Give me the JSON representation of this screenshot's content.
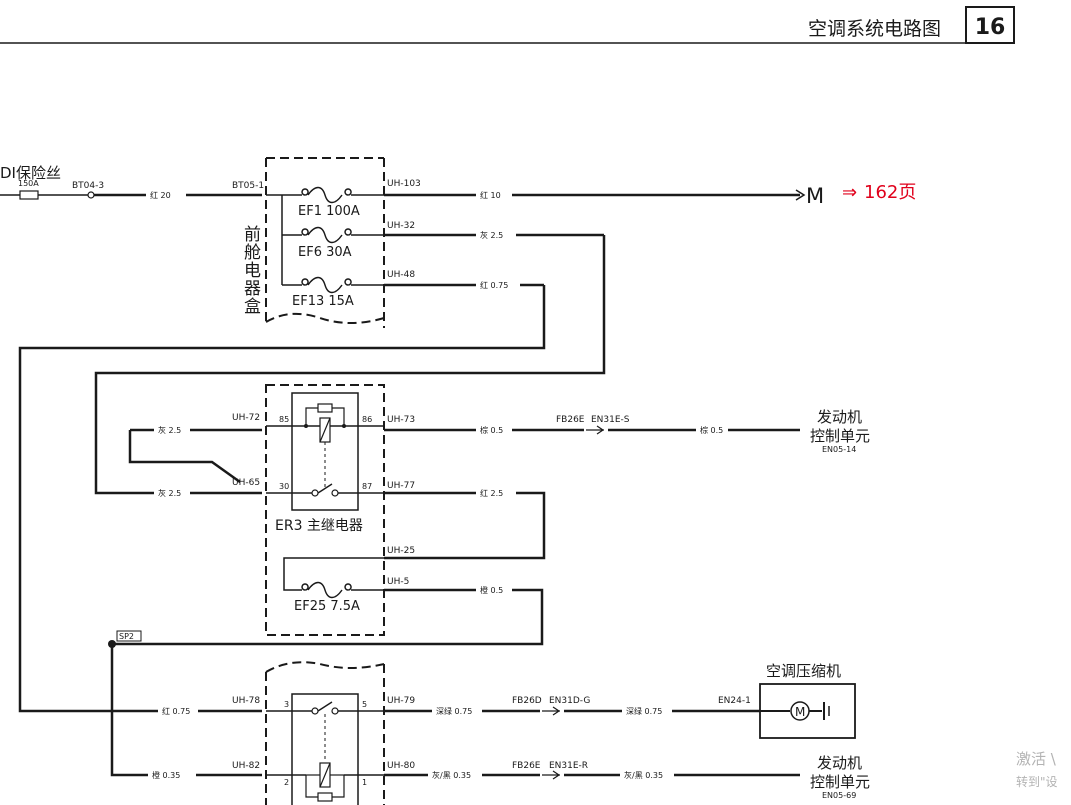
{
  "header": {
    "title": "空调系统电路图",
    "page_number": "16"
  },
  "fuse_main": {
    "label": "DI保险丝",
    "rating": "150A",
    "connector": "BT04-3",
    "wire": "红 20",
    "box_in": "BT05-1"
  },
  "front_box": {
    "name_chars": [
      "前",
      "舱",
      "电",
      "器",
      "盒"
    ]
  },
  "fuses": {
    "ef1": {
      "label": "EF1  100A",
      "connector": "UH-103",
      "wire": "红 10"
    },
    "ef6": {
      "label": "EF6  30A",
      "connector": "UH-32",
      "wire": "灰 2.5"
    },
    "ef13": {
      "label": "EF13  15A",
      "connector": "UH-48",
      "wire": "红 0.75"
    },
    "ef25": {
      "label": "EF25  7.5A",
      "connector_a": "UH-25",
      "connector_b": "UH-5",
      "wire": "橙 0.5"
    }
  },
  "ref": {
    "m_label": "M",
    "arrow": "⇒",
    "page": "162页"
  },
  "relay_er3": {
    "label": "ER3 主继电器",
    "pins": {
      "p85": "85",
      "p86": "86",
      "p30": "30",
      "p87": "87"
    },
    "connectors": {
      "uh72": "UH-72",
      "uh73": "UH-73",
      "uh65": "UH-65",
      "uh77": "UH-77"
    },
    "wires": {
      "w_uh72": "灰 2.5",
      "w_uh65": "灰 2.5",
      "w_uh73": "棕 0.5",
      "w_uh77": "红 2.5",
      "w_ecu": "棕 0.5"
    }
  },
  "ecu1": {
    "fb": "FB26E",
    "en": "EN31E-S",
    "line1": "发动机",
    "line2": "控制单元",
    "pin": "EN05-14"
  },
  "splice": {
    "label": "SP2"
  },
  "relay_bottom": {
    "pins": {
      "p3": "3",
      "p5": "5",
      "p2": "2",
      "p1": "1"
    },
    "connectors": {
      "uh78": "UH-78",
      "uh79": "UH-79",
      "uh82": "UH-82",
      "uh80": "UH-80"
    },
    "wires": {
      "w_uh78": "红 0.75",
      "w_uh79": "深绿 0.75",
      "w_uh82": "橙 0.35",
      "w_uh80": "灰/黑 0.35"
    }
  },
  "compressor": {
    "fb": "FB26D",
    "en": "EN31D-G",
    "wire": "深绿 0.75",
    "connector": "EN24-1",
    "label": "空调压缩机"
  },
  "ecu2": {
    "fb": "FB26E",
    "en": "EN31E-R",
    "wire": "灰/黑 0.35",
    "line1": "发动机",
    "line2": "控制单元",
    "pin": "EN05-69"
  },
  "watermark": {
    "line1": "激活 \\",
    "line2": "转到\"设"
  }
}
